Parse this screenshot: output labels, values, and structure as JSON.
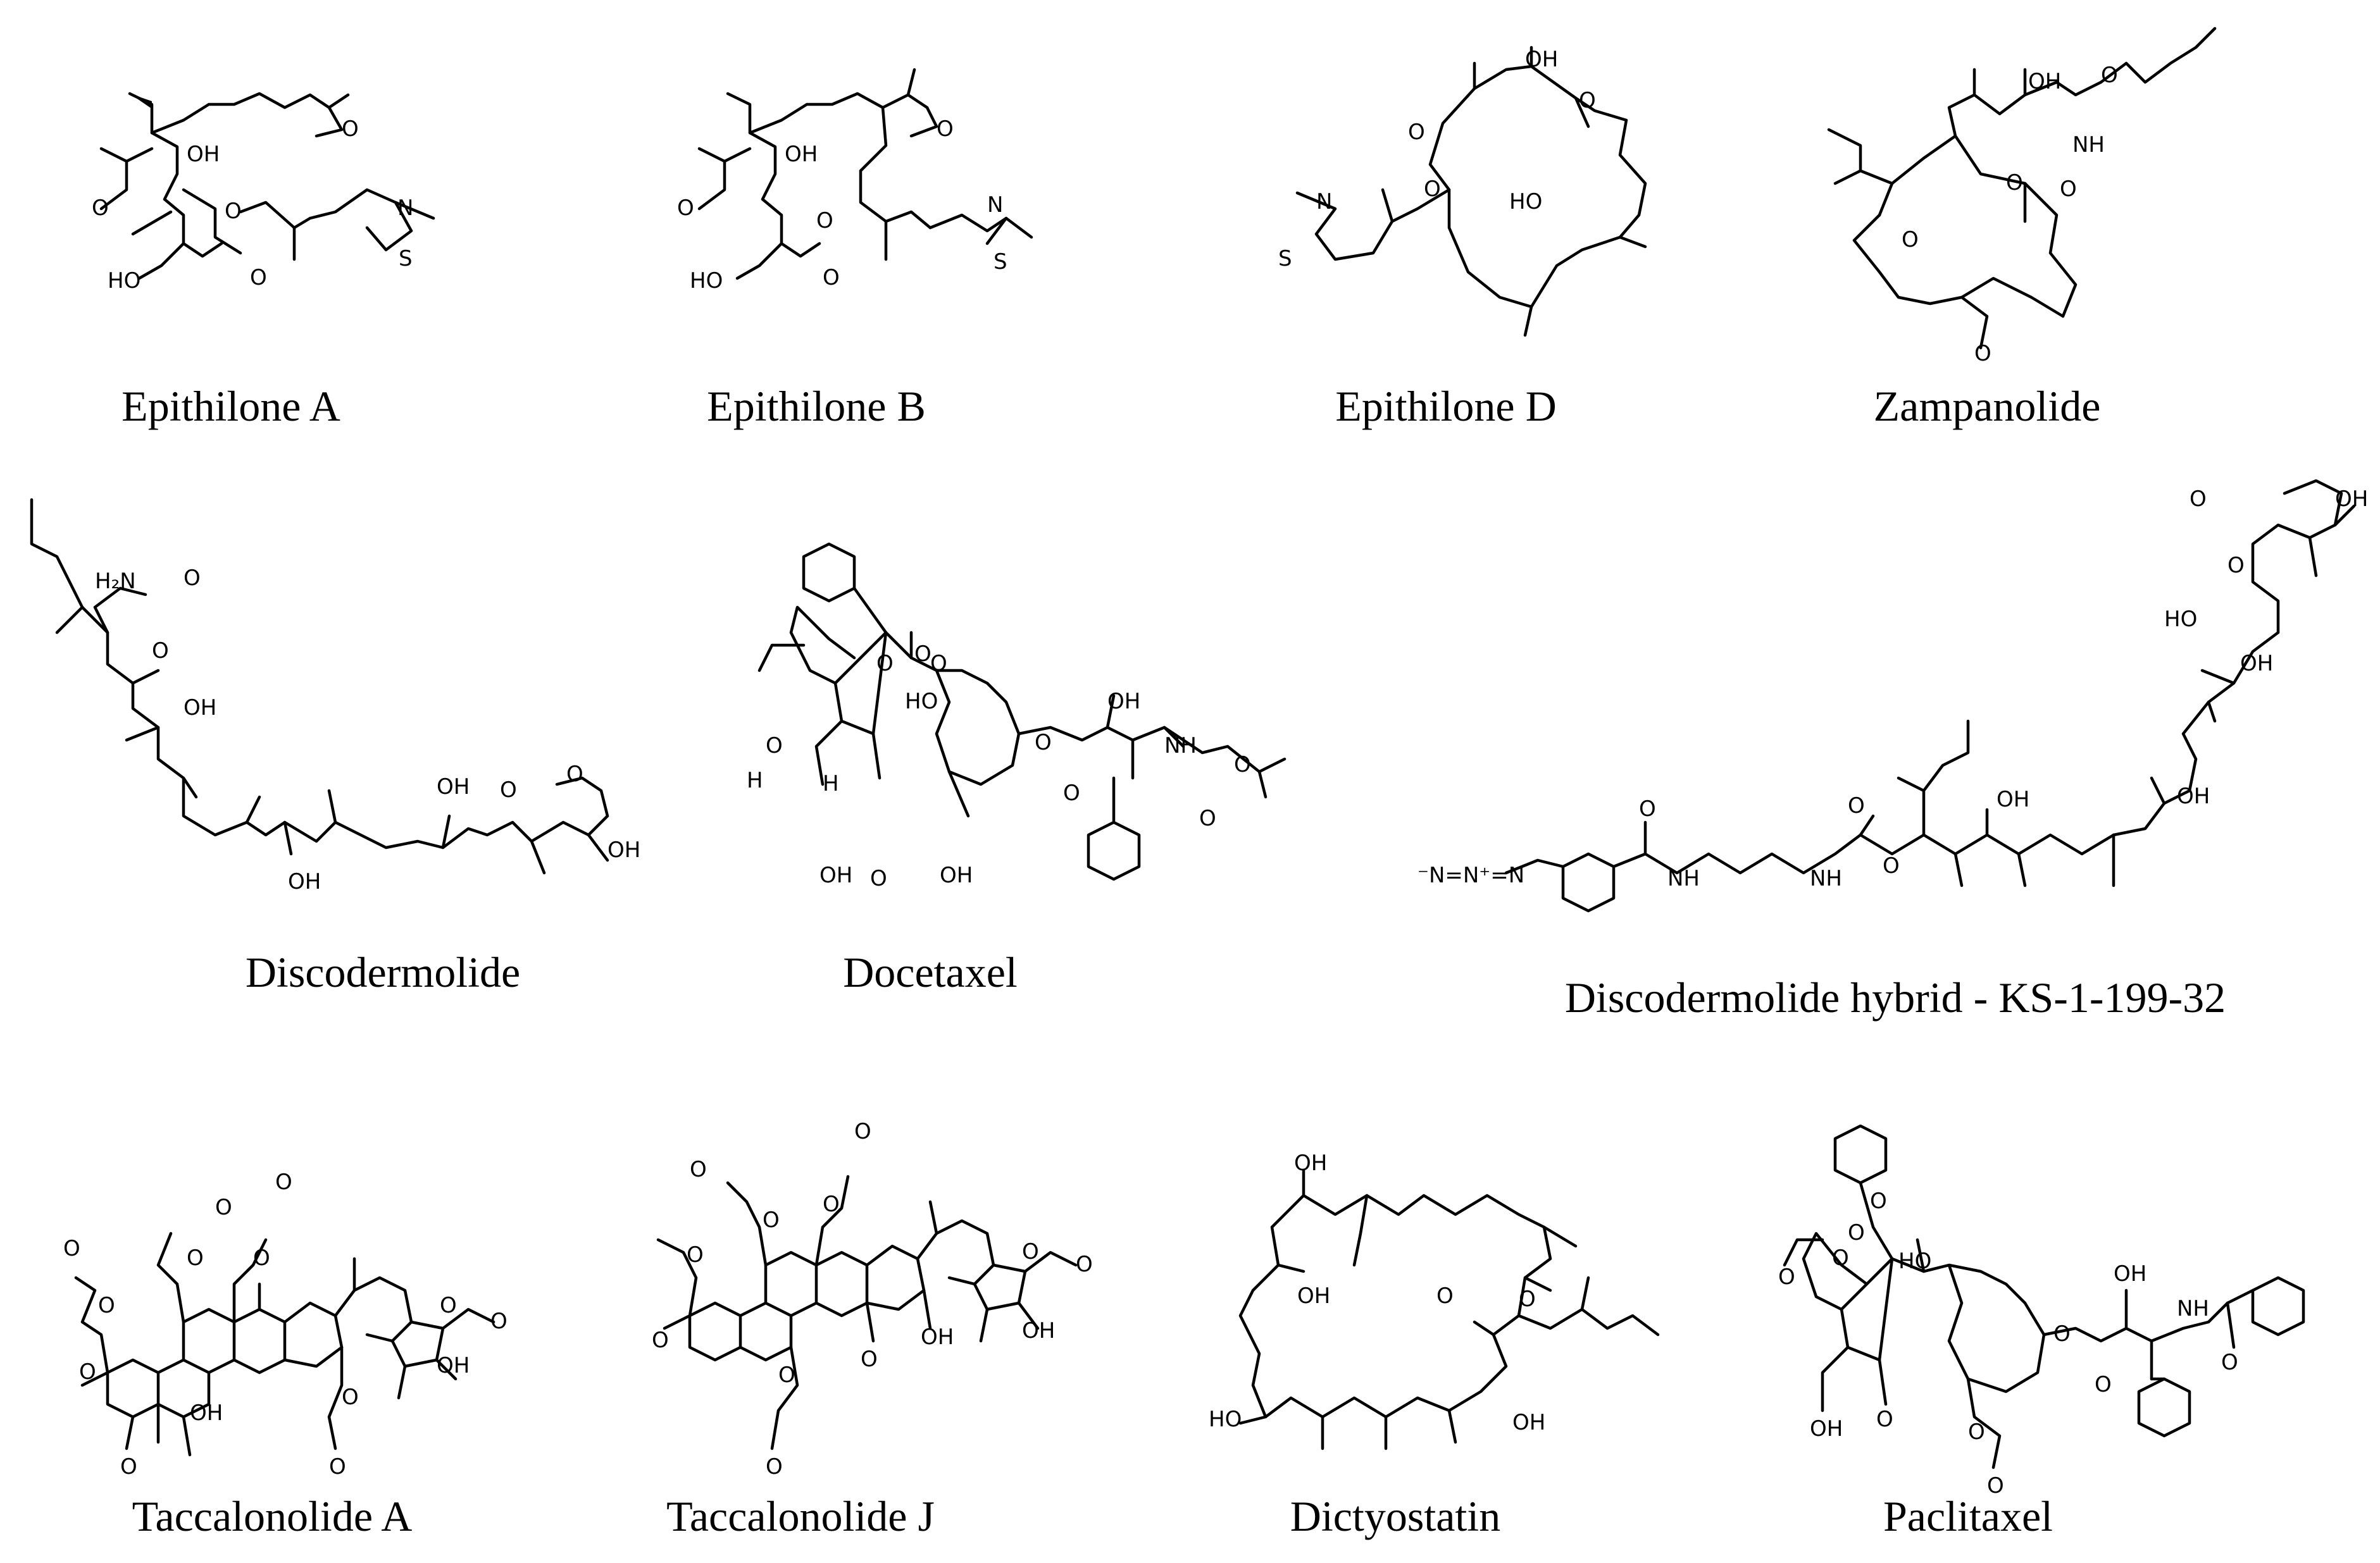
{
  "figure": {
    "compounds": [
      {
        "id": "epothilone-a",
        "label": "Epithilone A"
      },
      {
        "id": "epothilone-b",
        "label": "Epithilone B"
      },
      {
        "id": "epothilone-d",
        "label": "Epithilone D"
      },
      {
        "id": "zampanolide",
        "label": "Zampanolide"
      },
      {
        "id": "discodermolide",
        "label": "Discodermolide"
      },
      {
        "id": "docetaxel",
        "label": "Docetaxel"
      },
      {
        "id": "discodermolide-hybrid",
        "label": "Discodermolide hybrid - KS-1-199-32"
      },
      {
        "id": "taccalonolide-a",
        "label": "Taccalonolide A"
      },
      {
        "id": "taccalonolide-j",
        "label": "Taccalonolide J"
      },
      {
        "id": "dictyostatin",
        "label": "Dictyostatin"
      },
      {
        "id": "paclitaxel",
        "label": "Paclitaxel"
      }
    ]
  },
  "atoms": {
    "oh": "OH",
    "ho": "HO",
    "o": "O",
    "n": "N",
    "s": "S",
    "h": "H",
    "nh": "NH",
    "h2n": "H₂N",
    "azide": "⁻N=N⁺=N"
  },
  "colors": {
    "ink": "#000000",
    "background": "#ffffff"
  }
}
